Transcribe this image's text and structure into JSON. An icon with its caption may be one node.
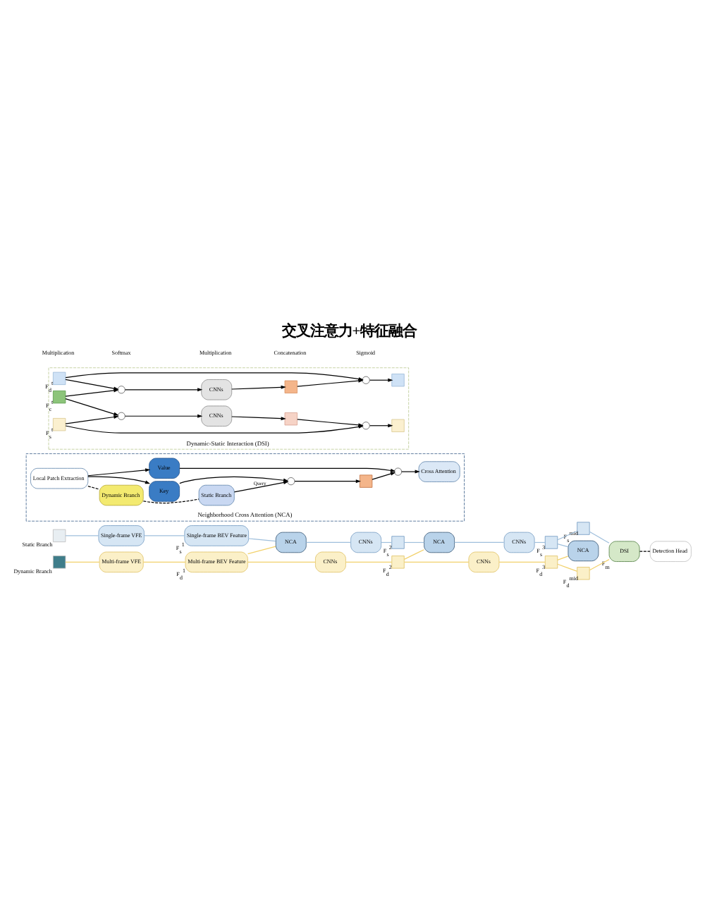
{
  "diagram": {
    "title": "交叉注意力+特征融合",
    "nodes": [
      {
        "text": [],
        "shape": "box",
        "beside": [
          "Static Branch"
        ]
      },
      {
        "text": [
          "Single-frame VFE"
        ]
      },
      {
        "text": [
          "Single-frame BEV Feature"
        ],
        "beside": [
          "F$_{s}$$^{1}$"
        ]
      },
      {
        "text": [
          "NCA"
        ]
      },
      {
        "text": [],
        "shape": "box",
        "beside": [
          "Dynamic Branch"
        ]
      },
      {
        "text": [
          "Multi-frame VFE"
        ]
      },
      {
        "text": [
          "Multi-frame BEV Feature"
        ],
        "beside": [
          "F$_{d}$$^{1}$"
        ]
      },
      {
        "text": [
          "CNNs"
        ]
      },
      {
        "text": [],
        "shape": "box",
        "beside": [
          "F$_{s}$$^{2}$"
        ]
      },
      {
        "text": [
          "NCA"
        ]
      },
      {
        "text": [
          "CNNs"
        ]
      },
      {
        "text": [],
        "shape": "box",
        "beside": [
          "F$_{s}$$^{3}$"
        ]
      },
      {
        "text": [
          "NCA"
        ]
      },
      {
        "text": [],
        "shape": "box",
        "beside": [
          "F$_{s}$$^{mid}$"
        ]
      },
      {
        "text": [
          "CNNs"
        ]
      },
      {
        "text": [],
        "shape": "box",
        "beside": [
          "F$_{d}$$^{2}$"
        ]
      },
      {
        "text": [
          "CNNs"
        ]
      },
      {
        "text": [],
        "shape": "box",
        "beside": [
          "F$_{d}$$^{3}$"
        ]
      },
      {
        "text": [],
        "shape": "box",
        "beside": [
          "F$_{d}$$^{mid}$"
        ]
      },
      {
        "text": [
          "DSI"
        ],
        "beside": [
          "F$_{m}$"
        ]
      },
      {
        "text": [
          "Detection Head"
        ]
      },
      {
        "text": [
          "Neighborhood Cross Attention (NCA)"
        ]
      },
      {
        "text": [
          "Local Patch Extraction"
        ],
        "in": 21
      },
      {
        "text": [
          "Dynamic Branch"
        ],
        "in": 21
      },
      {
        "text": [
          "Static Branch"
        ],
        "in": 21
      },
      {
        "text": [
          "Value"
        ],
        "in": 21
      },
      {
        "text": [
          "Key"
        ],
        "in": 21
      },
      {
        "text": [],
        "shape": "circle",
        "in": 21
      },
      {
        "text": [],
        "shape": "box",
        "in": 21
      },
      {
        "text": [],
        "shape": "circle",
        "in": 21
      },
      {
        "text": [
          "Cross Attention"
        ],
        "in": 21
      },
      {
        "text": [
          "Dynamic-Static Interaction (DSI)"
        ]
      },
      {
        "text": [],
        "shape": "box",
        "in": 31,
        "beside": [
          "F$_{d}$$^{t}$"
        ]
      },
      {
        "text": [],
        "shape": "box",
        "in": 31,
        "beside": [
          "F$_{c}$$^{t}$"
        ]
      },
      {
        "text": [],
        "shape": "box",
        "in": 31,
        "beside": [
          "F$_{s}$$^{t}$"
        ]
      },
      {
        "text": [],
        "shape": "circle",
        "in": 31
      },
      {
        "text": [
          "CNNs"
        ],
        "in": 31
      },
      {
        "text": [],
        "shape": "box",
        "in": 31
      },
      {
        "text": [],
        "shape": "circle",
        "in": 31
      },
      {
        "text": [],
        "shape": "box",
        "in": 31
      },
      {
        "text": [],
        "shape": "circle",
        "in": 31
      },
      {
        "text": [
          "CNNs"
        ],
        "in": 31
      },
      {
        "text": [],
        "shape": "box",
        "in": 31
      },
      {
        "text": [],
        "shape": "circle",
        "in": 31
      },
      {
        "text": [],
        "shape": "box",
        "in": 31
      }
    ],
    "edges": [
      {
        "from": 0,
        "to": 1,
        "arrow": "none",
        "color": "#9fbfdc"
      },
      {
        "from": 1,
        "to": 2,
        "arrow": "none",
        "color": "#9fbfdc"
      },
      {
        "from": 2,
        "to": 3,
        "arrow": "none",
        "color": "#9fbfdc"
      },
      {
        "from": 4,
        "to": 5,
        "arrow": "none",
        "color": "#f2d16b"
      },
      {
        "from": 5,
        "to": 6,
        "arrow": "none",
        "color": "#f2d16b"
      },
      {
        "from": 6,
        "to": 3,
        "arrow": "none",
        "color": "#f2d16b"
      },
      {
        "from": 3,
        "to": 7,
        "arrow": "none",
        "color": "#9fbfdc"
      },
      {
        "from": 7,
        "to": 8,
        "arrow": "none",
        "color": "#9fbfdc"
      },
      {
        "from": 8,
        "to": 9,
        "arrow": "none",
        "color": "#9fbfdc"
      },
      {
        "from": 9,
        "to": 10,
        "arrow": "none",
        "color": "#9fbfdc"
      },
      {
        "from": 10,
        "to": 11,
        "arrow": "none",
        "color": "#9fbfdc"
      },
      {
        "from": 11,
        "to": 12,
        "arrow": "none",
        "color": "#9fbfdc"
      },
      {
        "from": 11,
        "to": 13,
        "arrow": "none",
        "color": "#9fbfdc"
      },
      {
        "from": 6,
        "to": 14,
        "arrow": "none",
        "color": "#f2d16b"
      },
      {
        "from": 14,
        "to": 15,
        "arrow": "none",
        "color": "#f2d16b"
      },
      {
        "from": 15,
        "to": 9,
        "arrow": "none",
        "color": "#f2d16b"
      },
      {
        "from": 15,
        "to": 16,
        "arrow": "none",
        "color": "#f2d16b"
      },
      {
        "from": 16,
        "to": 17,
        "arrow": "none",
        "color": "#f2d16b"
      },
      {
        "from": 17,
        "to": 12,
        "arrow": "none",
        "color": "#f2d16b"
      },
      {
        "from": 17,
        "to": 18,
        "arrow": "none",
        "color": "#f2d16b"
      },
      {
        "from": 13,
        "to": 19,
        "arrow": "none",
        "color": "#9fbfdc"
      },
      {
        "from": 18,
        "to": 19,
        "arrow": "none",
        "color": "#f2d16b"
      },
      {
        "from": 19,
        "to": 20,
        "arrow": "none",
        "style": "dashed"
      },
      {
        "from": 22,
        "to": 23,
        "arrow": "none",
        "style": "dashed"
      },
      {
        "from": 23,
        "to": 24,
        "arrow": "none",
        "style": "dashed"
      },
      {
        "from": 22,
        "to": 25,
        "arrow": "to"
      },
      {
        "from": 22,
        "to": 26,
        "arrow": "to"
      },
      {
        "from": 24,
        "to": 27,
        "arrow": "to",
        "label": "Query"
      },
      {
        "from": 26,
        "to": 27,
        "arrow": "to"
      },
      {
        "from": 27,
        "to": 28,
        "arrow": "to"
      },
      {
        "from": 28,
        "to": 29,
        "arrow": "to"
      },
      {
        "from": 25,
        "to": 29,
        "arrow": "to"
      },
      {
        "from": 29,
        "to": 30,
        "arrow": "to"
      },
      {
        "from": 32,
        "to": 35,
        "arrow": "to"
      },
      {
        "from": 33,
        "to": 35,
        "arrow": "to"
      },
      {
        "from": 33,
        "to": 40,
        "arrow": "to"
      },
      {
        "from": 34,
        "to": 40,
        "arrow": "to"
      },
      {
        "from": 35,
        "to": 36,
        "arrow": "to"
      },
      {
        "from": 36,
        "to": 37,
        "arrow": "to"
      },
      {
        "from": 37,
        "to": 38,
        "arrow": "to"
      },
      {
        "from": 32,
        "to": 38,
        "arrow": "to"
      },
      {
        "from": 38,
        "to": 39,
        "arrow": "to"
      },
      {
        "from": 40,
        "to": 41,
        "arrow": "to"
      },
      {
        "from": 41,
        "to": 42,
        "arrow": "to"
      },
      {
        "from": 42,
        "to": 43,
        "arrow": "to"
      },
      {
        "from": 34,
        "to": 43,
        "arrow": "to"
      },
      {
        "from": 43,
        "to": 44,
        "arrow": "to"
      }
    ],
    "legend": [
      {
        "text": "Multiplication"
      },
      {
        "text": "Softmax"
      },
      {
        "text": "Multiplication"
      },
      {
        "text": "Concatenation"
      },
      {
        "text": "Sigmoid"
      }
    ]
  }
}
